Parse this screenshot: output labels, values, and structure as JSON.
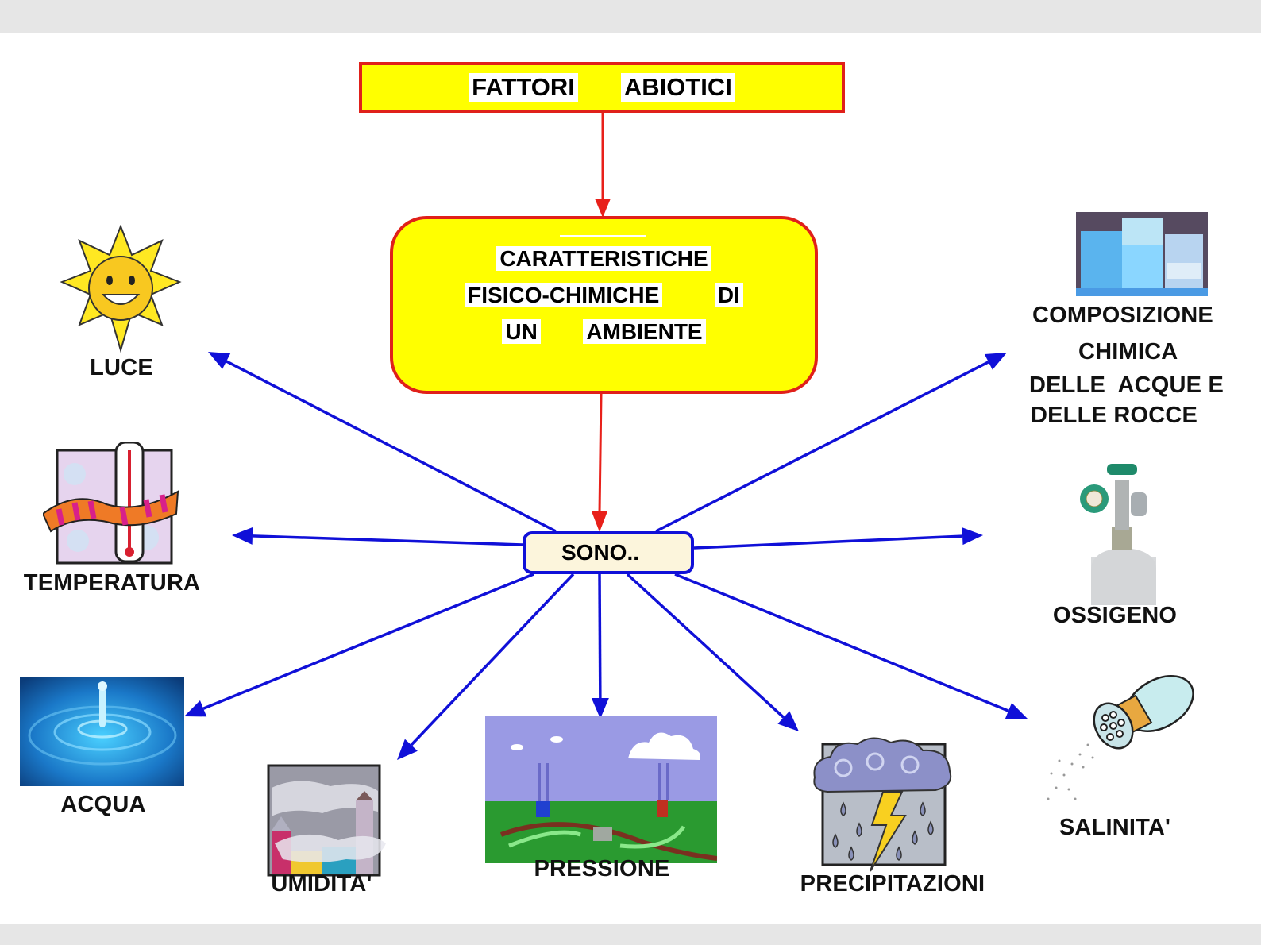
{
  "diagram": {
    "title_words": [
      "FATTORI",
      "ABIOTICI"
    ],
    "definition_lines": [
      "CARATTERISTICHE",
      "FISICO-CHIMICHE",
      "DI",
      "UN",
      "AMBIENTE"
    ],
    "connector": "SONO..",
    "colors": {
      "box_fill": "#ffff00",
      "box_border": "#e0201a",
      "red_arrow": "#e8201a",
      "blue_arrow": "#1010d8",
      "connector_fill": "#fcf5dc",
      "page_bg": "#e6e6e6"
    },
    "factors": [
      {
        "id": "luce",
        "label": "LUCE",
        "icon": "sun-icon"
      },
      {
        "id": "temperatura",
        "label": "TEMPERATURA",
        "icon": "thermometer-scarf-icon"
      },
      {
        "id": "acqua",
        "label": "ACQUA",
        "icon": "water-drop-icon"
      },
      {
        "id": "umidita",
        "label": "UMIDITA'",
        "icon": "foggy-town-icon"
      },
      {
        "id": "pressione",
        "label": "PRESSIONE",
        "icon": "pressure-landscape-icon"
      },
      {
        "id": "precipitazioni",
        "label": "PRECIPITAZIONI",
        "icon": "storm-cloud-icon"
      },
      {
        "id": "salinita",
        "label": "SALINITA'",
        "icon": "salt-shaker-icon"
      },
      {
        "id": "ossigeno",
        "label": "OSSIGENO",
        "icon": "oxygen-tank-icon"
      },
      {
        "id": "composizione",
        "label_lines": [
          "COMPOSIZIONE",
          "CHIMICA",
          "DELLE  ACQUE E",
          "DELLE ROCCE"
        ],
        "icon": "beakers-icon"
      }
    ]
  }
}
